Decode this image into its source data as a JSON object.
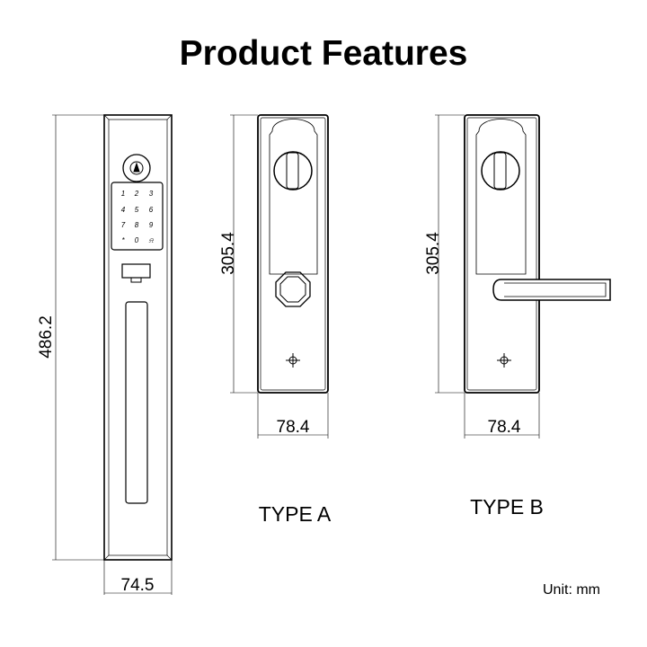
{
  "title": "Product Features",
  "front_lock": {
    "height_label": "486.2",
    "width_label": "74.5",
    "keypad_keys": [
      "1",
      "2",
      "3",
      "4",
      "5",
      "6",
      "7",
      "8",
      "9",
      "*",
      "0",
      "⍾"
    ]
  },
  "type_a": {
    "label": "TYPE A",
    "height_label": "305.4",
    "width_label": "78.4"
  },
  "type_b": {
    "label": "TYPE B",
    "height_label": "305.4",
    "width_label": "78.4"
  },
  "unit": "Unit: mm",
  "colors": {
    "line": "#000000",
    "background": "#ffffff"
  }
}
